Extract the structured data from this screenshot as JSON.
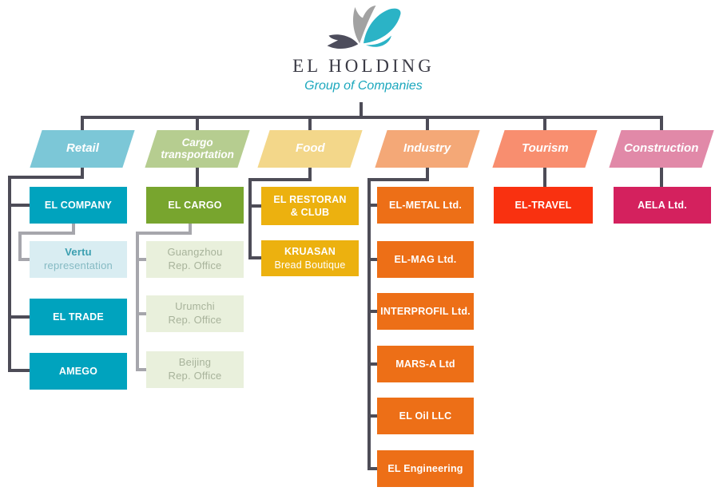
{
  "logo": {
    "title": "EL HOLDING",
    "subtitle": "Group of Companies",
    "bird_colors": {
      "gray": "#A2A2A2",
      "dark": "#4D4D5C",
      "teal": "#2BB3C6"
    }
  },
  "colors": {
    "connector_dark": "#4D4C57",
    "connector_light": "#A6A6AC",
    "title_text": "#3B3B46",
    "subtitle_text": "#1BA7BD"
  },
  "branches": [
    {
      "label": "Retail",
      "header_color": "#7CC7D7",
      "node_color": "#00A3BE",
      "sub_node_color": "#D9EDF2",
      "children": [
        {
          "lines": [
            "EL COMPANY"
          ]
        },
        {
          "lines": [
            "Vertu",
            "representation"
          ]
        },
        {
          "lines": [
            "EL TRADE"
          ]
        },
        {
          "lines": [
            "AMEGO"
          ]
        }
      ]
    },
    {
      "label": "Cargo transportation",
      "header_color": "#B6CD90",
      "node_color": "#78A52E",
      "sub_node_color": "#E9F0DC",
      "children": [
        {
          "lines": [
            "EL CARGO"
          ]
        },
        {
          "lines": [
            "Guangzhou",
            "Rep. Office"
          ]
        },
        {
          "lines": [
            "Urumchi",
            "Rep. Office"
          ]
        },
        {
          "lines": [
            "Beijing",
            "Rep. Office"
          ]
        }
      ]
    },
    {
      "label": "Food",
      "header_color": "#F3D78A",
      "node_color": "#ECB10F",
      "children": [
        {
          "lines": [
            "EL RESTORAN",
            "& CLUB"
          ]
        },
        {
          "lines": [
            "KRUASAN",
            "Bread Boutique"
          ]
        }
      ]
    },
    {
      "label": "Industry",
      "header_color": "#F4A877",
      "node_color": "#ED6F17",
      "children": [
        {
          "lines": [
            "EL-METAL Ltd."
          ]
        },
        {
          "lines": [
            "EL-MAG Ltd."
          ]
        },
        {
          "lines": [
            "INTERPROFIL Ltd."
          ]
        },
        {
          "lines": [
            "MARS-A Ltd"
          ]
        },
        {
          "lines": [
            "EL Oil LLC"
          ]
        },
        {
          "lines": [
            "EL Engineering"
          ]
        }
      ]
    },
    {
      "label": "Tourism",
      "header_color": "#F88E6F",
      "node_color": "#F93110",
      "children": [
        {
          "lines": [
            "EL-TRAVEL"
          ]
        }
      ]
    },
    {
      "label": "Construction",
      "header_color": "#E189A8",
      "node_color": "#D4215E",
      "children": [
        {
          "lines": [
            "AELA Ltd."
          ]
        }
      ]
    }
  ]
}
